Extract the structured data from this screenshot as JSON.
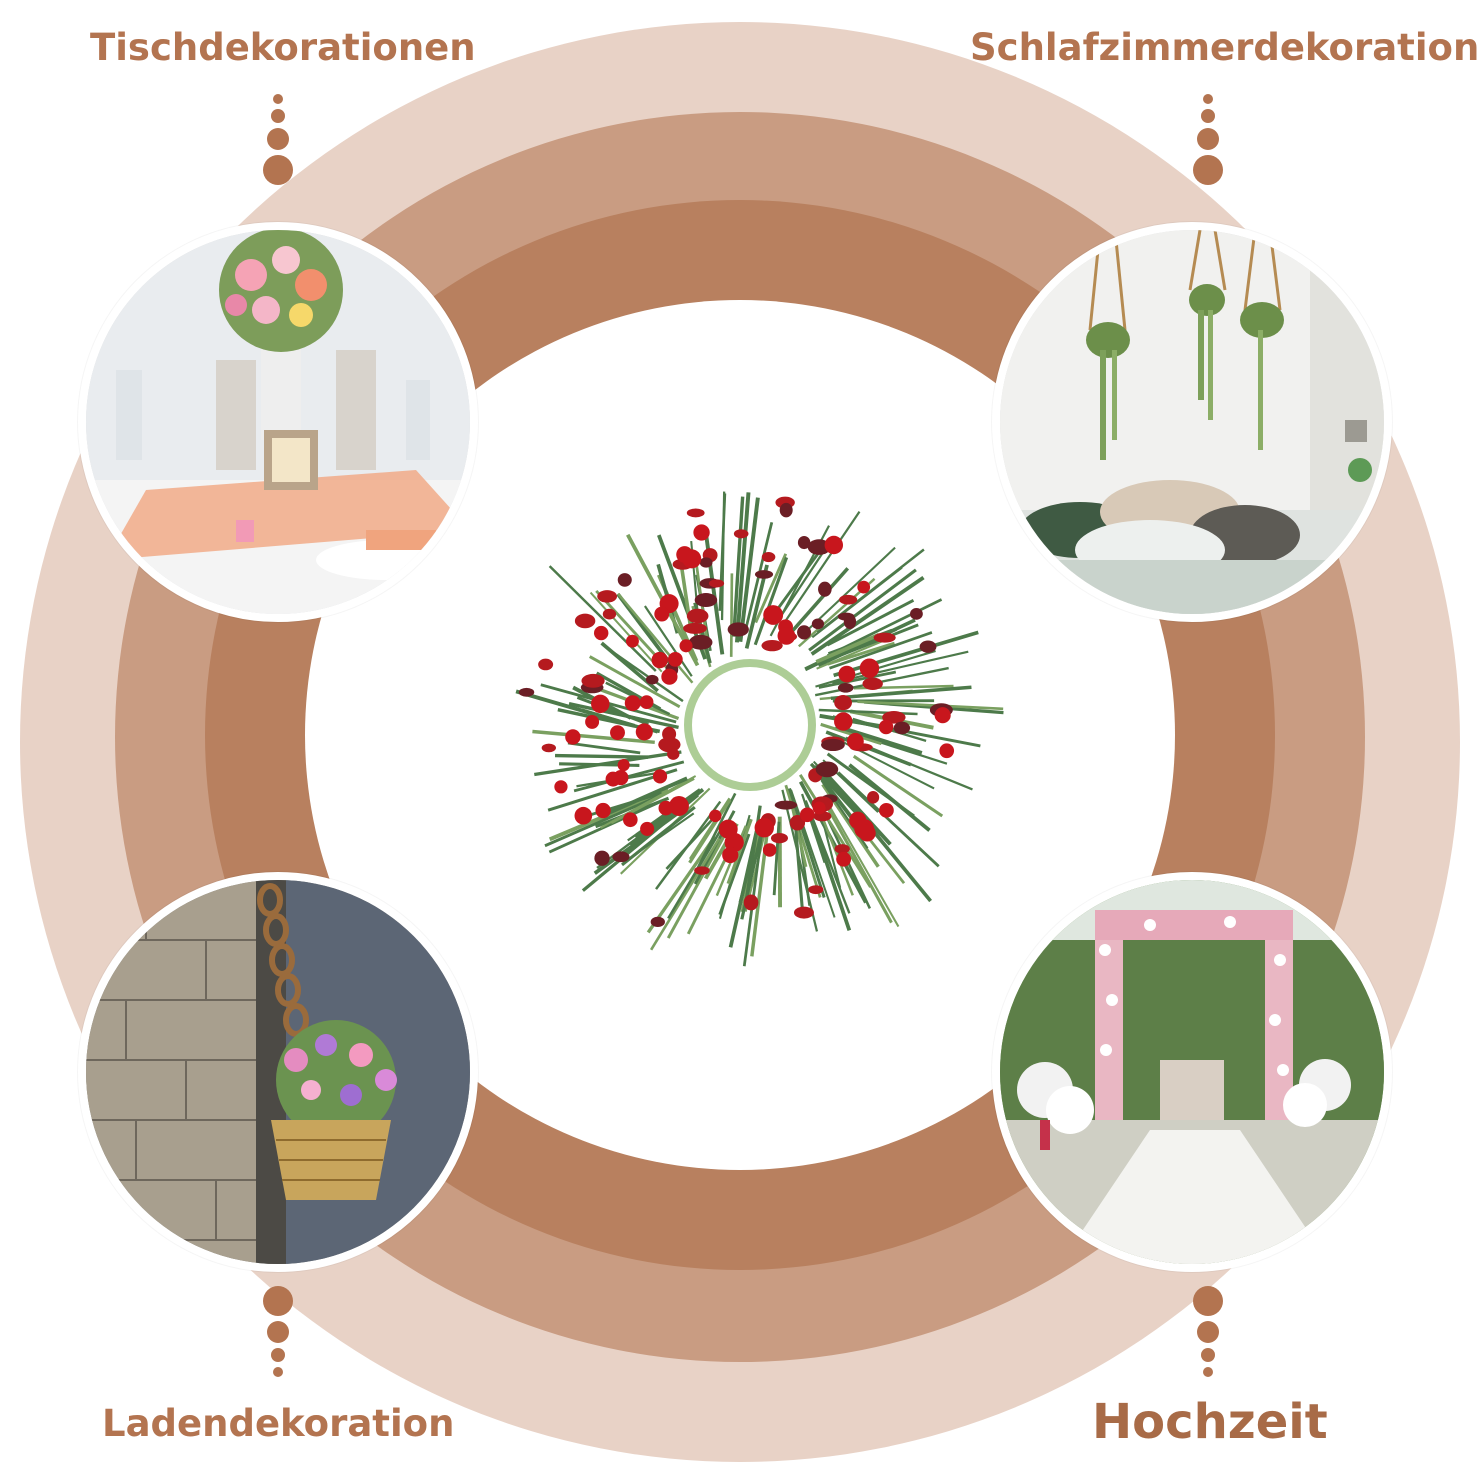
{
  "labels": {
    "top_left": "Tischdekorationen",
    "top_right": "Schlafzimmerdekoration",
    "bottom_left": "Ladendekoration",
    "bottom_right": "Hochzeit"
  },
  "photos": {
    "top_left": "table-centerpiece-photo",
    "top_right": "bedroom-hanging-plants-photo",
    "bottom_left": "hanging-flower-basket-photo",
    "bottom_right": "wedding-arch-aisle-photo"
  },
  "colors": {
    "outer_ring": "#e8d2c6",
    "middle_ring": "#c99c82",
    "inner_ring": "#b8805f",
    "label_text": "#b37450",
    "berry_red": "#c8161d",
    "pine_green": "#4d7a4a"
  }
}
